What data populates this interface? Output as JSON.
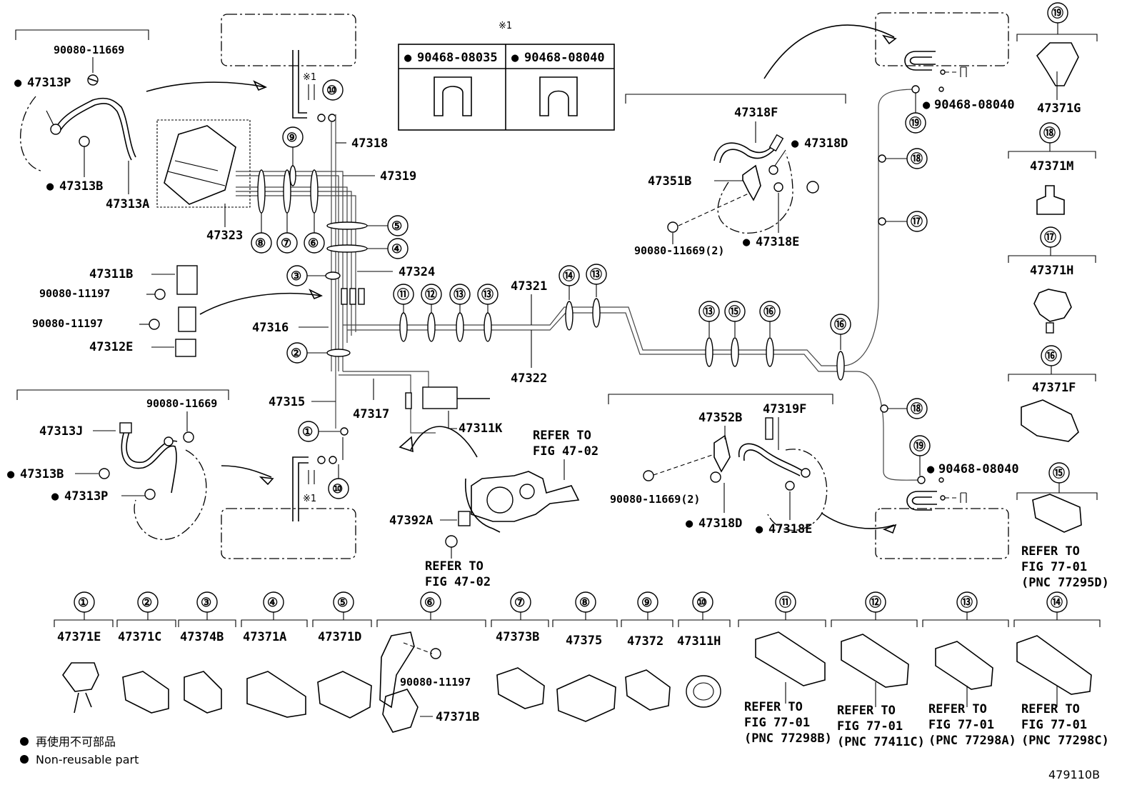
{
  "callouts": {
    "c1": "①",
    "c2": "②",
    "c3": "③",
    "c4": "④",
    "c5": "⑤",
    "c6": "⑥",
    "c7": "⑦",
    "c8": "⑧",
    "c9": "⑨",
    "c10": "⑩",
    "c11": "⑪",
    "c12": "⑫",
    "c13": "⑬",
    "c14": "⑭",
    "c15": "⑮",
    "c16": "⑯",
    "c17": "⑰",
    "c18": "⑱",
    "c19": "⑲"
  },
  "note_mark": "※1",
  "nonreusable_mark": "●",
  "main": {
    "p47318": "47318",
    "p47319": "47319",
    "p47323": "47323",
    "p47324": "47324",
    "p47316": "47316",
    "p47315": "47315",
    "p47317": "47317",
    "p47321": "47321",
    "p47322": "47322",
    "p47311K": "47311K",
    "p47392A": "47392A",
    "p47311B": "47311B",
    "p47312E": "47312E",
    "bolt_11197": "90080-11197",
    "refer_1": "REFER TO",
    "refer_1b": "FIG 47-02",
    "refer_2": "REFER TO",
    "refer_2b": "FIG 47-02"
  },
  "front_left": {
    "bolt": "90080-11669",
    "p47313P": "47313P",
    "p47313B": "47313B",
    "p47313A": "47313A"
  },
  "front_right_lower": {
    "bolt": "90080-11669",
    "p47313J": "47313J",
    "p47313B": "47313B",
    "p47313P": "47313P"
  },
  "clip_table": {
    "clip_a": "90468-08035",
    "clip_b": "90468-08040"
  },
  "rear_left": {
    "p47318F": "47318F",
    "p47318D": "47318D",
    "p47351B": "47351B",
    "bolt": "90080-11669(2)",
    "p47318E": "47318E"
  },
  "rear_right": {
    "p47352B": "47352B",
    "p47319F": "47319F",
    "bolt": "90080-11669(2)",
    "p47318D": "47318D",
    "p47318E": "47318E"
  },
  "rear_clip": {
    "top": "90468-08040",
    "bottom": "90468-08040"
  },
  "right_column": {
    "p47371G": "47371G",
    "p47371M": "47371M",
    "p47371H": "47371H",
    "p47371F": "47371F",
    "refer_a": "REFER TO",
    "refer_b": "FIG 77-01",
    "refer_c": "(PNC 77295D)"
  },
  "bottom_row": [
    {
      "callout": "①",
      "part": "47371E"
    },
    {
      "callout": "②",
      "part": "47371C"
    },
    {
      "callout": "③",
      "part": "47374B"
    },
    {
      "callout": "④",
      "part": "47371A"
    },
    {
      "callout": "⑤",
      "part": "47371D"
    },
    {
      "callout": "⑥",
      "part": "47371B",
      "bolt": "90080-11197"
    },
    {
      "callout": "⑦",
      "part": "47373B"
    },
    {
      "callout": "⑧",
      "part": "47375"
    },
    {
      "callout": "⑨",
      "part": "47372"
    },
    {
      "callout": "⑩",
      "part": "47311H"
    },
    {
      "callout": "⑪",
      "refer": "REFER TO",
      "fig": "FIG 77-01",
      "pnc": "(PNC 77298B)"
    },
    {
      "callout": "⑫",
      "refer": "REFER TO",
      "fig": "FIG 77-01",
      "pnc": "(PNC 77411C)"
    },
    {
      "callout": "⑬",
      "refer": "REFER TO",
      "fig": "FIG 77-01",
      "pnc": "(PNC 77298A)"
    },
    {
      "callout": "⑭",
      "refer": "REFER TO",
      "fig": "FIG 77-01",
      "pnc": "(PNC 77298C)"
    }
  ],
  "legend": {
    "line1": "再使用不可部品",
    "line2": "Non-reusable part"
  },
  "figure_id": "479110B"
}
